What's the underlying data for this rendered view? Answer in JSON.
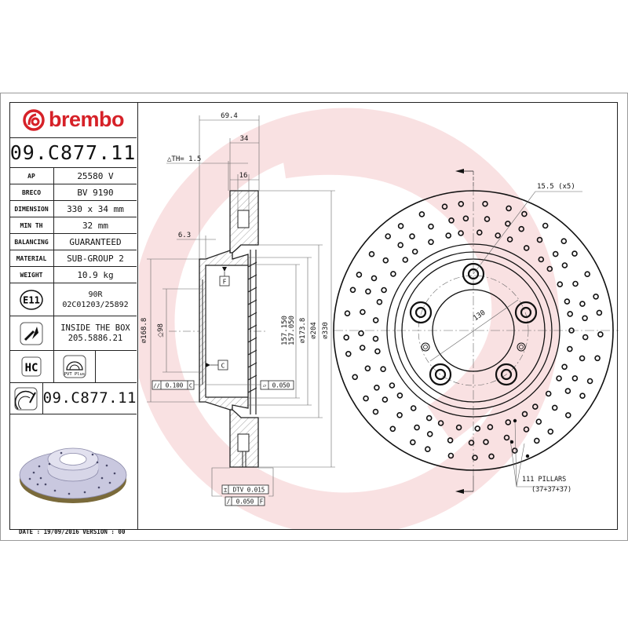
{
  "brand": {
    "name": "brembo",
    "color": "#d62128"
  },
  "part_number": "09.C877.11",
  "specs": [
    {
      "key": "AP",
      "value": "25580 V"
    },
    {
      "key": "BRECO",
      "value": "BV 9190"
    },
    {
      "key": "DIMENSION",
      "value": "330 x 34 mm"
    },
    {
      "key": "MIN TH",
      "value": "32 mm"
    },
    {
      "key": "BALANCING",
      "value": "GUARANTEED"
    },
    {
      "key": "MATERIAL",
      "value": "SUB-GROUP 2"
    },
    {
      "key": "WEIGHT",
      "value": "10.9 kg"
    }
  ],
  "approval": {
    "icon": "e11-mark-icon",
    "badge": "E11",
    "line1": "90R",
    "line2": "02C01203/25892"
  },
  "inside_box": {
    "icon": "screw-icon",
    "line1": "INSIDE THE BOX",
    "line2": "205.5886.21"
  },
  "features": [
    {
      "icon": "hc-icon",
      "label": "HC"
    },
    {
      "icon": "pvt-plus-icon",
      "label": "PVT Plus"
    }
  ],
  "disc_ref": {
    "icon": "disc-caliper-icon",
    "part_number": "09.C877.11"
  },
  "footer": {
    "text": "DATE : 19/09/2016 VERSION : 00"
  },
  "section_view": {
    "dims": {
      "overall_height": "69.4",
      "thickness": "34",
      "delta_th": "△TH= 1.5",
      "vent_width": "16",
      "hat_offset": "6.3",
      "d_hat": "⌀168.8",
      "d_center": "⎐98",
      "d_bore_max": "157.150",
      "d_bore_min": "157.050",
      "d_bore_prefix": "⌀",
      "d_173": "⌀173.8",
      "d_204": "⌀204",
      "d_330": "⌀330"
    },
    "datums": {
      "f": "F",
      "c": "C"
    },
    "tolerances": {
      "parallelism": {
        "symbol": "//",
        "value": "0.100",
        "datum": "C"
      },
      "flatness": {
        "symbol": "▱",
        "value": "0.050"
      },
      "dtv": {
        "symbol": "⌶",
        "value": "DTV 0.015"
      },
      "runout": {
        "symbol": "/",
        "value": "0.050",
        "datum": "F"
      }
    }
  },
  "front_view": {
    "bolt_hole": "15.5 (x5)",
    "pcd": "130",
    "pillars_line1": "111 PILLARS",
    "pillars_line2": "(37+37+37)"
  }
}
